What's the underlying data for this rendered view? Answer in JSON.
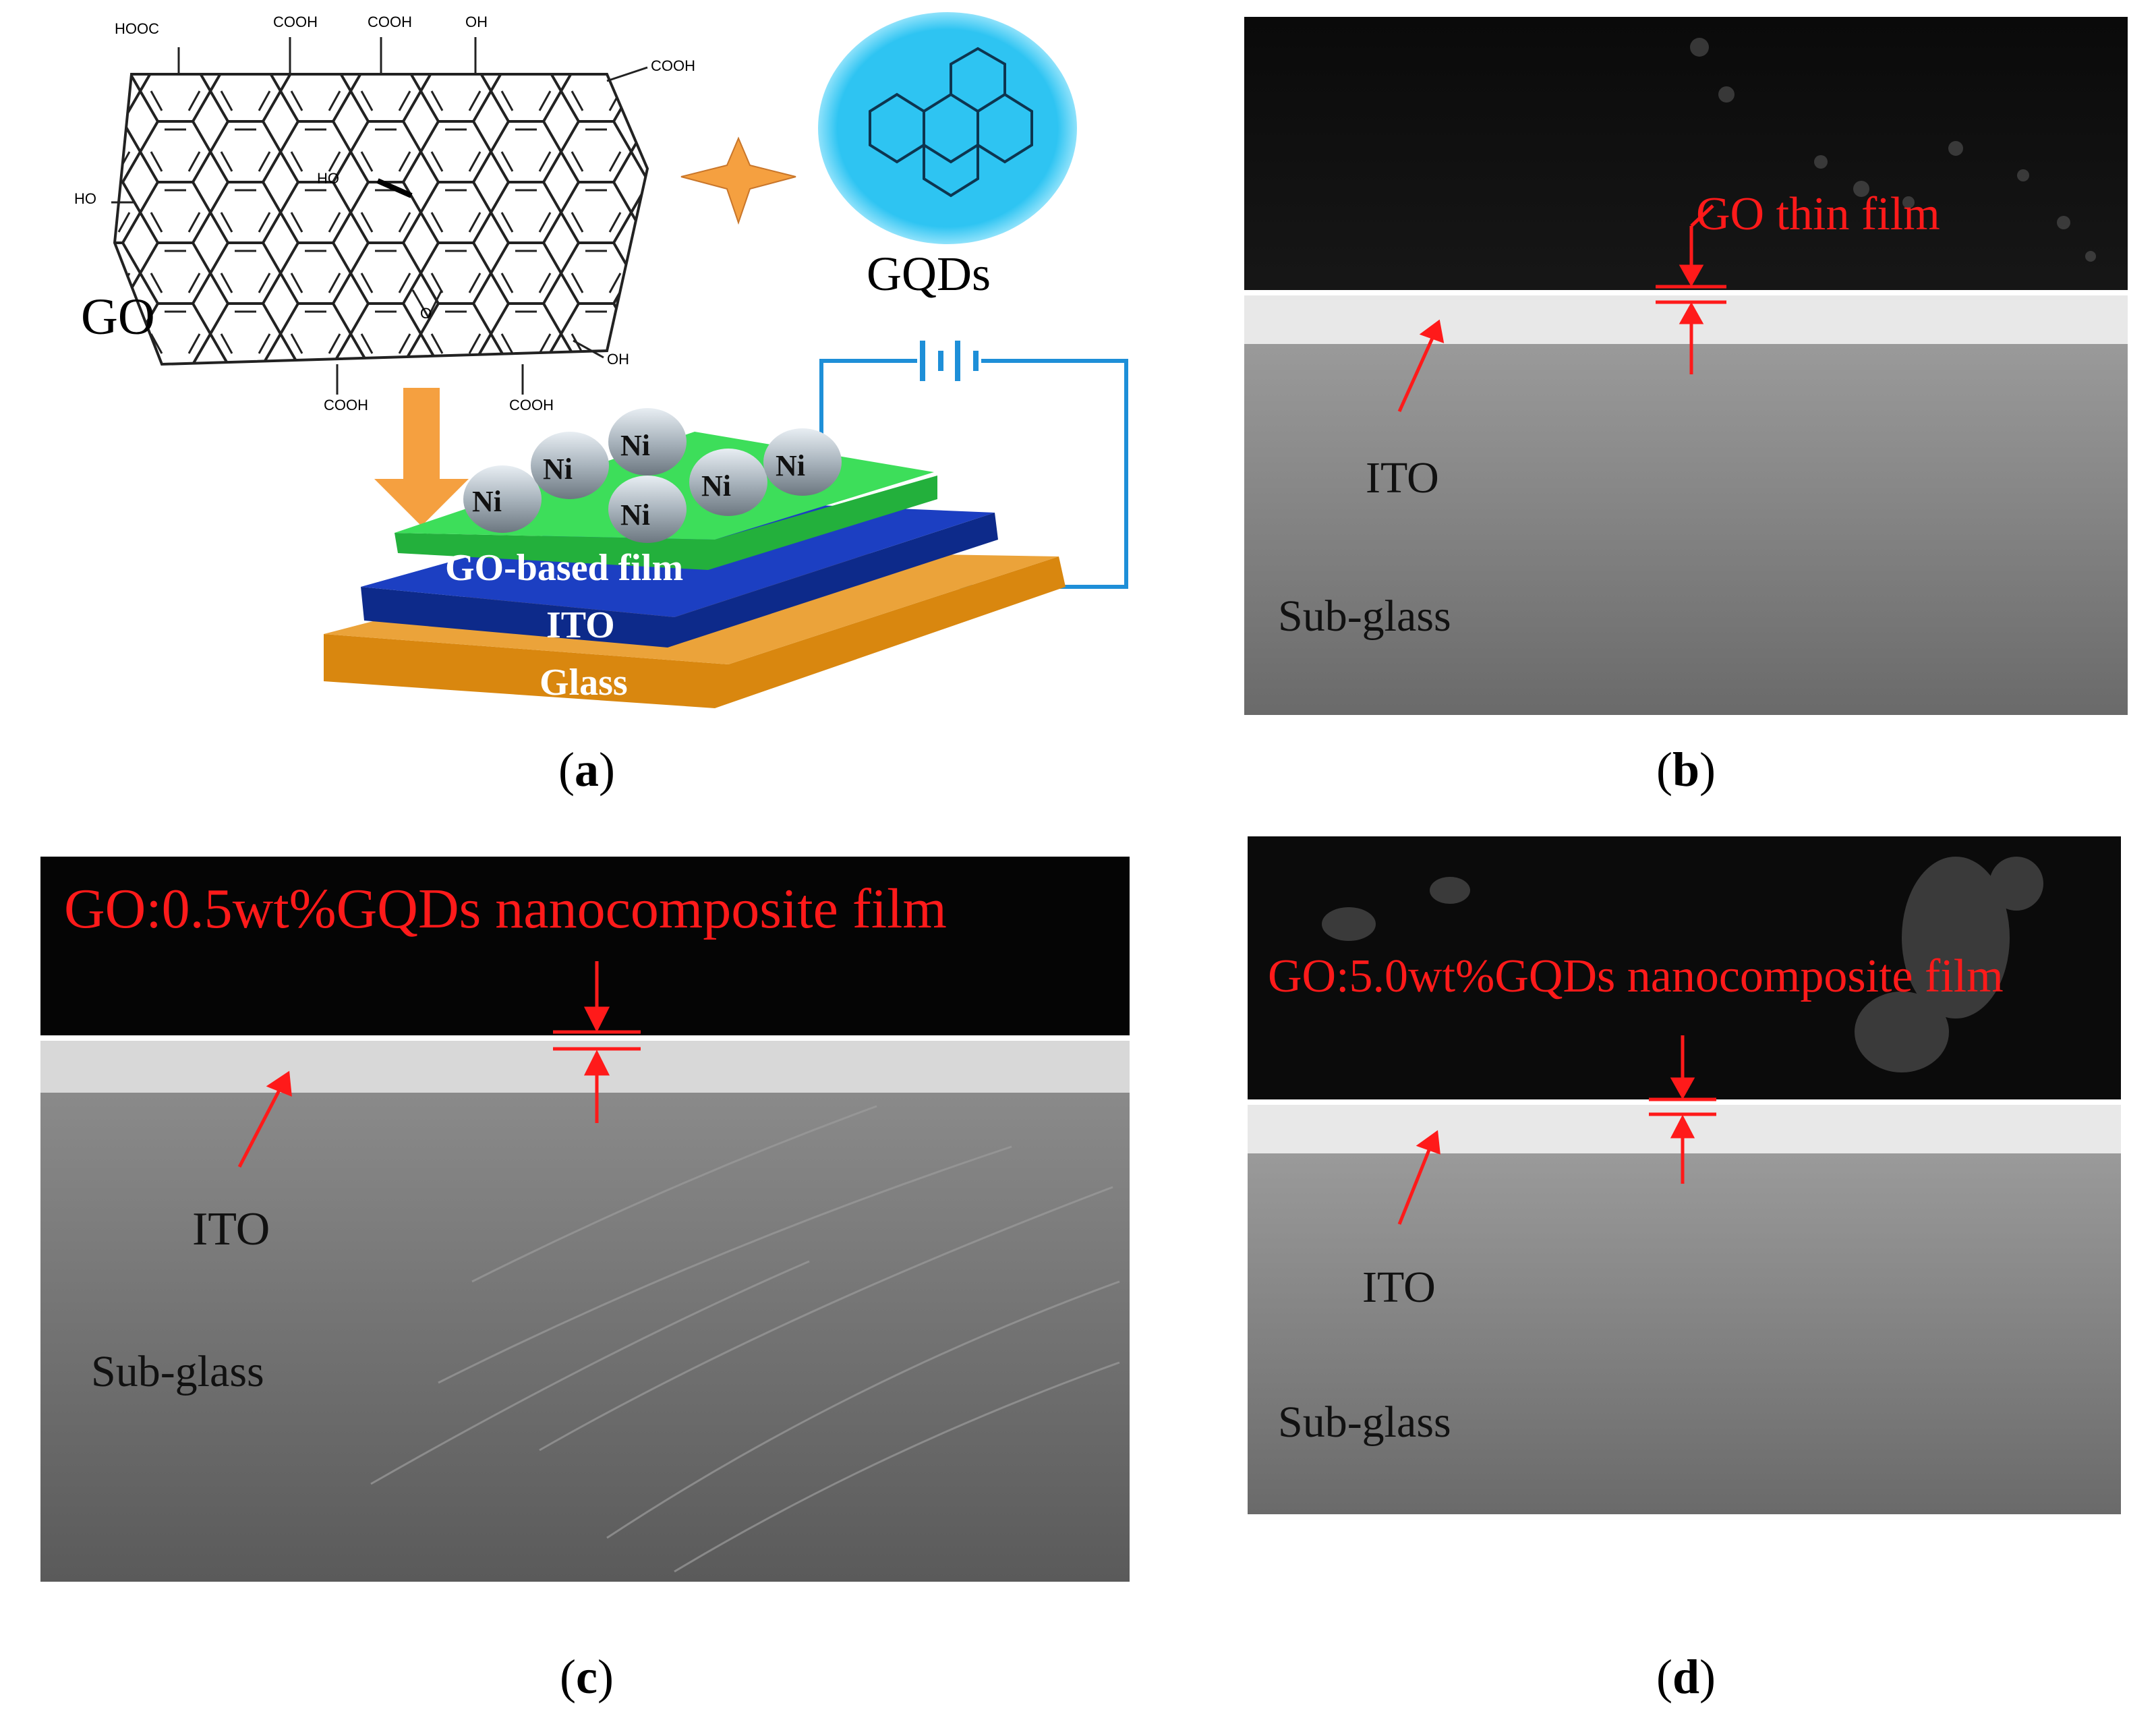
{
  "panel_a": {
    "caption_letter": "a",
    "go_label": "GO",
    "gqds_label": "GQDs",
    "functional_groups": [
      "HOOC",
      "COOH",
      "COOH",
      "OH",
      "COOH",
      "HO",
      "HO",
      "O",
      "OH",
      "COOH",
      "COOH"
    ],
    "ni_label": "Ni",
    "layer_film": "GO-based film",
    "layer_ito": "ITO",
    "layer_glass": "Glass",
    "colors": {
      "film": "#3dde5a",
      "ito": "#0d2a8a",
      "glass": "#d9870f",
      "gqd": "#2ec4f2",
      "arrow": "#f5a040",
      "wire": "#1e8fd8"
    }
  },
  "panel_b": {
    "caption_letter": "b",
    "film_label": "GO thin film",
    "ito_label": "ITO",
    "substrate_label": "Sub-glass"
  },
  "panel_c": {
    "caption_letter": "c",
    "film_label": "GO:0.5wt%GQDs nanocomposite film",
    "ito_label": "ITO",
    "substrate_label": "Sub-glass"
  },
  "panel_d": {
    "caption_letter": "d",
    "film_label": "GO:5.0wt%GQDs nanocomposite film",
    "ito_label": "ITO",
    "substrate_label": "Sub-glass"
  },
  "annotation_color": "#ff1a1a"
}
